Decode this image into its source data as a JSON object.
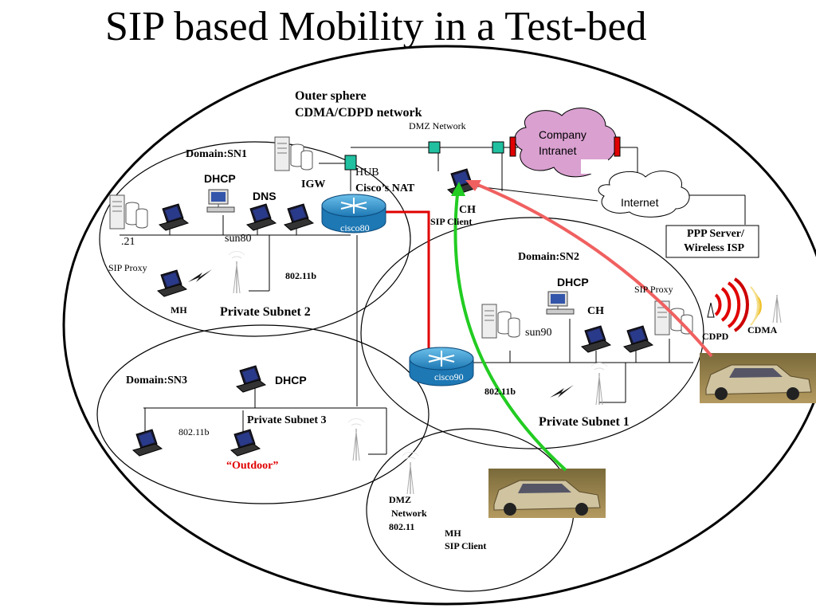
{
  "title": "SIP based Mobility in a Test-bed",
  "outer_sphere": {
    "line1": "Outer sphere",
    "line2": "CDMA/CDPD network"
  },
  "dmz_network_top": "DMZ Network",
  "company_intranet": {
    "line1": "Company",
    "line2": "Intranet"
  },
  "internet": "Internet",
  "ppp_server": {
    "line1": "PPP Server/",
    "line2": "Wireless ISP"
  },
  "cdpd": "CDPD",
  "cdma": "CDMA",
  "hub": "HUB",
  "cisco_nat": "Cisco’s NAT",
  "igw": "IGW",
  "router_cisco80": "cisco80",
  "router_cisco90": "cisco90",
  "ch_top": {
    "label": "CH",
    "sub": "SIP Client"
  },
  "sn1": {
    "domain": "Domain:SN1",
    "dhcp": "DHCP",
    "dns": "DNS",
    "host_21": ".21",
    "sun80": "sun80",
    "sip_proxy": "SIP Proxy",
    "wifi": "802.11b",
    "mh": "MH",
    "name": "Private Subnet 2"
  },
  "sn2": {
    "domain": "Domain:SN2",
    "dhcp": "DHCP",
    "ch": "CH",
    "sip_proxy": "SIP Proxy",
    "sun90": "sun90",
    "wifi": "802.11b",
    "name": "Private Subnet 1"
  },
  "sn3": {
    "domain": "Domain:SN3",
    "dhcp": "DHCP",
    "wifi": "802.11b",
    "name": "Private Subnet 3",
    "outdoor": "“Outdoor”"
  },
  "dmz_bottom": {
    "line1": "DMZ",
    "line2": "Network",
    "line3": "802.11"
  },
  "mh_bottom": {
    "line1": "MH",
    "line2": "SIP Client"
  },
  "colors": {
    "red_link": "#e00000",
    "green_path": "#22cc22",
    "salmon_path": "#f06060",
    "intranet_cloud": "#d9a0d0",
    "hub": "#20c0a0",
    "router": "#2a90c8"
  }
}
